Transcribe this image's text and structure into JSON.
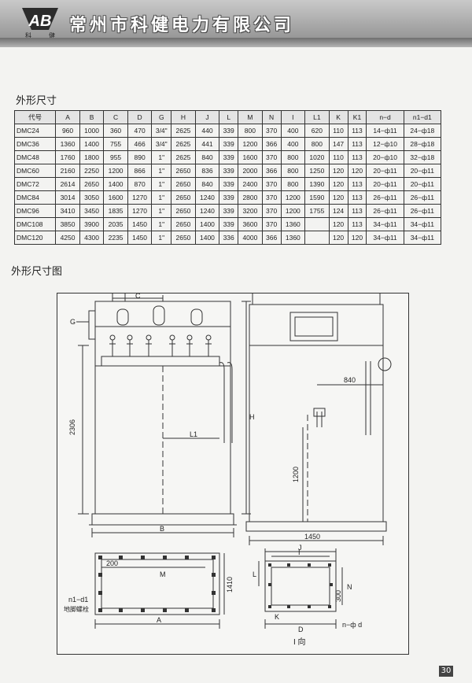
{
  "header": {
    "logo_text": "AB",
    "logo_sub_left": "科",
    "logo_sub_right": "健",
    "company_name": "常州市科健电力有限公司"
  },
  "section_dims_title": "外形尺寸",
  "section_drawing_title": "外形尺寸图",
  "table": {
    "headers": [
      "代号",
      "A",
      "B",
      "C",
      "D",
      "G",
      "H",
      "J",
      "L",
      "M",
      "N",
      "I",
      "L1",
      "K",
      "K1",
      "n−d",
      "n1−d1"
    ],
    "rows": [
      [
        "DMC24",
        "960",
        "1000",
        "360",
        "470",
        "3/4\"",
        "2625",
        "440",
        "339",
        "800",
        "370",
        "400",
        "620",
        "110",
        "113",
        "14−ф11",
        "24−ф18"
      ],
      [
        "DMC36",
        "1360",
        "1400",
        "755",
        "466",
        "3/4\"",
        "2625",
        "441",
        "339",
        "1200",
        "366",
        "400",
        "800",
        "147",
        "113",
        "12−ф10",
        "28−ф18"
      ],
      [
        "DMC48",
        "1760",
        "1800",
        "955",
        "890",
        "1\"",
        "2625",
        "840",
        "339",
        "1600",
        "370",
        "800",
        "1020",
        "110",
        "113",
        "20−ф10",
        "32−ф18"
      ],
      [
        "DMC60",
        "2160",
        "2250",
        "1200",
        "866",
        "1\"",
        "2650",
        "836",
        "339",
        "2000",
        "366",
        "800",
        "1250",
        "120",
        "120",
        "20−ф11",
        "20−ф11"
      ],
      [
        "DMC72",
        "2614",
        "2650",
        "1400",
        "870",
        "1\"",
        "2650",
        "840",
        "339",
        "2400",
        "370",
        "800",
        "1390",
        "120",
        "113",
        "20−ф11",
        "20−ф11"
      ],
      [
        "DMC84",
        "3014",
        "3050",
        "1600",
        "1270",
        "1\"",
        "2650",
        "1240",
        "339",
        "2800",
        "370",
        "1200",
        "1590",
        "120",
        "113",
        "26−ф11",
        "26−ф11"
      ],
      [
        "DMC96",
        "3410",
        "3450",
        "1835",
        "1270",
        "1\"",
        "2650",
        "1240",
        "339",
        "3200",
        "370",
        "1200",
        "1755",
        "124",
        "113",
        "26−ф11",
        "26−ф11"
      ],
      [
        "DMC108",
        "3850",
        "3900",
        "2035",
        "1450",
        "1\"",
        "2650",
        "1400",
        "339",
        "3600",
        "370",
        "1360",
        "",
        "120",
        "113",
        "34−ф11",
        "34−ф11"
      ],
      [
        "DMC120",
        "4250",
        "4300",
        "2235",
        "1450",
        "1\"",
        "2650",
        "1400",
        "336",
        "4000",
        "366",
        "1360",
        "",
        "120",
        "120",
        "34−ф11",
        "34−ф11"
      ]
    ]
  },
  "drawing": {
    "labels": {
      "C": "C",
      "G": "G",
      "H": "H",
      "L1": "L1",
      "dim_2306": "2306",
      "B": "B",
      "A": "A",
      "dim_840": "840",
      "dim_1200": "1200",
      "dim_1450": "1450",
      "dim_200": "200",
      "M": "M",
      "dim_1410": "1410",
      "n1d1": "n1−d1",
      "anchor_bolt": "地脚螺栓",
      "J": "J",
      "I": "I",
      "L": "L",
      "K": "K",
      "D": "D",
      "N": "N",
      "dim_300": "300",
      "nd": "n−ф d",
      "view_I": "I 向"
    }
  },
  "page_number": "30"
}
